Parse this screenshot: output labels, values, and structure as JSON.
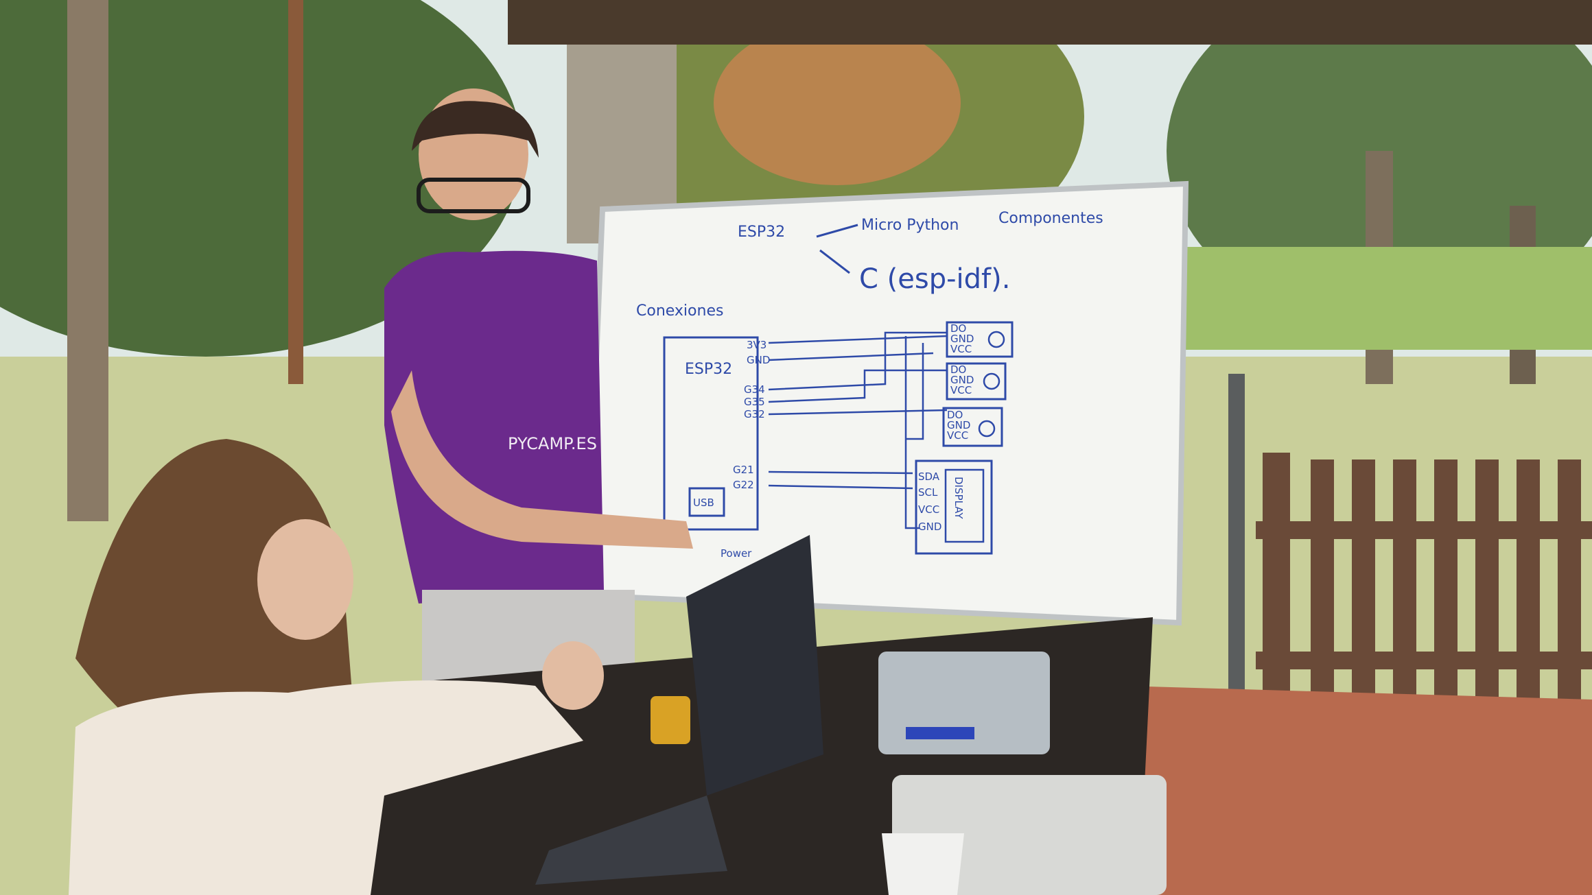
{
  "whiteboard": {
    "heading_left": "ESP32",
    "arrow_target_1": "Micro Python",
    "arrow_target_2": "C (esp-idf).",
    "heading_right": "Componentes",
    "connections_label": "Conexiones",
    "board_label": "ESP32",
    "pins": [
      "3V3",
      "GND",
      "G34",
      "G35",
      "G32",
      "G21",
      "G22"
    ],
    "usb_label": "USB",
    "sensor_pins": [
      "DO",
      "GND",
      "VCC"
    ],
    "display_pins": [
      "SDA",
      "SCL",
      "VCC",
      "GND"
    ],
    "display_label": "DISPLAY",
    "power_label": "Power"
  },
  "shirt": {
    "text": "PYCAMP.ES"
  },
  "colors": {
    "marker": "#2e4aa8",
    "shirt": "#6b2a8c",
    "board": "#f4f5f2",
    "sky": "#dfe9e6",
    "grass": "#c9cf9a"
  }
}
